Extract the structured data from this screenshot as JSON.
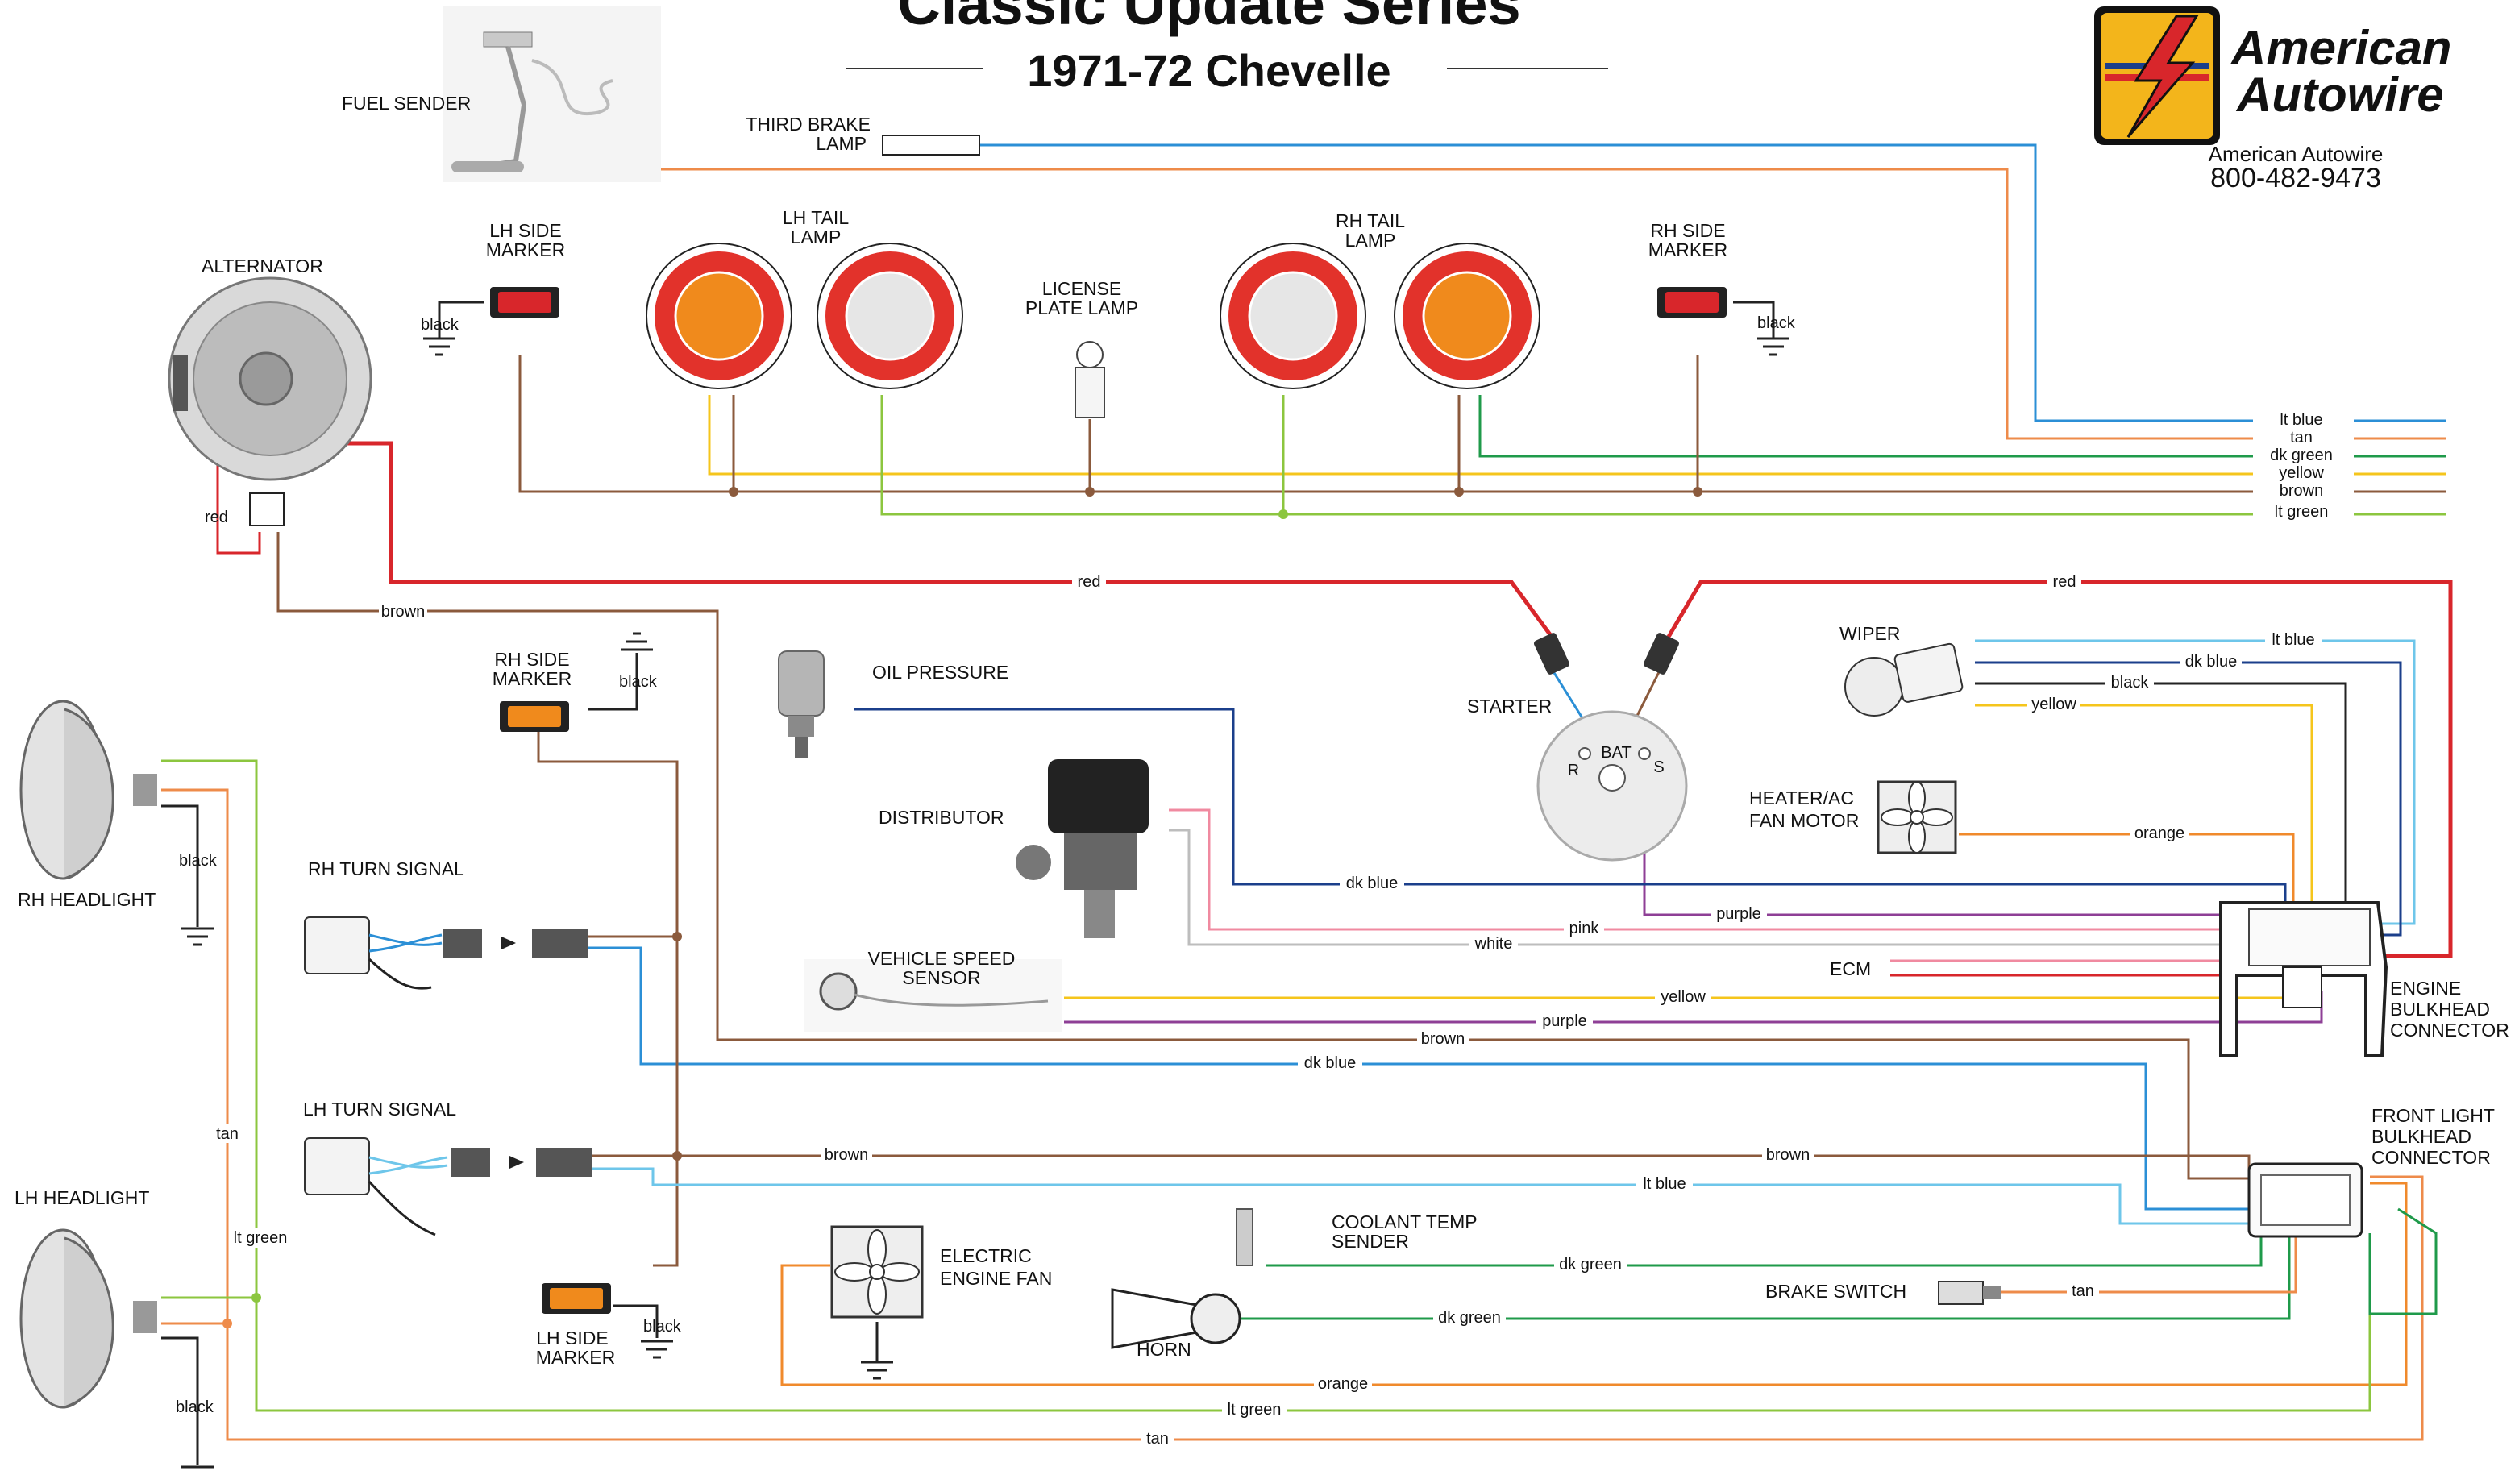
{
  "title": {
    "series": "Classic Update Series",
    "vehicle": "1971-72 Chevelle"
  },
  "brand": {
    "logo_line1": "American",
    "logo_line2": "Autowire",
    "name": "American Autowire",
    "phone": "800-482-9473"
  },
  "components": {
    "fuel_sender": "FUEL SENDER",
    "third_brake_lamp": [
      "THIRD BRAKE",
      "LAMP"
    ],
    "alternator": "ALTERNATOR",
    "lh_side_marker_rear": [
      "LH SIDE",
      "MARKER"
    ],
    "lh_tail_lamp": [
      "LH TAIL",
      "LAMP"
    ],
    "license_plate_lamp": [
      "LICENSE",
      "PLATE LAMP"
    ],
    "rh_tail_lamp": [
      "RH TAIL",
      "LAMP"
    ],
    "rh_side_marker_rear": [
      "RH SIDE",
      "MARKER"
    ],
    "rh_side_marker_front": [
      "RH SIDE",
      "MARKER"
    ],
    "oil_pressure": "OIL PRESSURE",
    "starter": "STARTER",
    "wiper": "WIPER",
    "heater_fan": [
      "HEATER/AC",
      "FAN MOTOR"
    ],
    "distributor": "DISTRIBUTOR",
    "rh_headlight": "RH HEADLIGHT",
    "rh_turn_signal": "RH TURN SIGNAL",
    "vehicle_speed_sensor": [
      "VEHICLE SPEED",
      "SENSOR"
    ],
    "ecm": "ECM",
    "engine_bulkhead": [
      "ENGINE",
      "BULKHEAD",
      "CONNECTOR"
    ],
    "lh_turn_signal": "LH TURN SIGNAL",
    "front_light_bulkhead": [
      "FRONT LIGHT",
      "BULKHEAD",
      "CONNECTOR"
    ],
    "lh_headlight": "LH HEADLIGHT",
    "coolant_temp_sender": [
      "COOLANT TEMP",
      "SENDER"
    ],
    "electric_fan": [
      "ELECTRIC",
      "ENGINE FAN"
    ],
    "brake_switch": "BRAKE SWITCH",
    "horn": "HORN",
    "lh_side_marker_front": [
      "LH SIDE",
      "MARKER"
    ]
  },
  "starter_terminals": {
    "bat": "BAT",
    "r": "R",
    "s": "S"
  },
  "rear_harness_legend": [
    "lt blue",
    "tan",
    "dk green",
    "yellow",
    "brown",
    "lt green"
  ],
  "wire_labels": {
    "black": "black",
    "red": "red",
    "brown": "brown",
    "tan": "tan",
    "lt_green": "lt green",
    "lt_blue": "lt blue",
    "dk_blue": "dk blue",
    "yellow": "yellow",
    "orange": "orange",
    "purple": "purple",
    "pink": "pink",
    "white": "white",
    "dk_green": "dk green"
  },
  "wire_colors": {
    "red": "#d8262b",
    "brown": "#8b5a3c",
    "tan": "#ee8b4a",
    "lt_green": "#8cc63f",
    "dk_green": "#1f9a4a",
    "lt_blue": "#6ec6ea",
    "dk_blue": "#1b3f8b",
    "yellow": "#f5c51c",
    "orange": "#f08a2c",
    "purple": "#8e3f96",
    "pink": "#f08aa0",
    "white": "#bdbdbd",
    "blue": "#2b8fd6",
    "black": "#222222"
  }
}
